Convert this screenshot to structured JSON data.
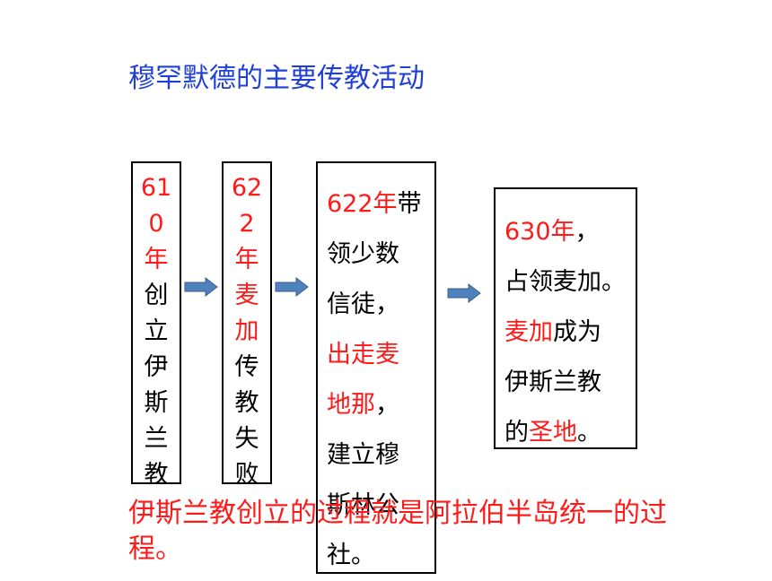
{
  "title": "穆罕默德的主要传教活动",
  "box1": {
    "red_lines": [
      "61",
      "0",
      "年"
    ],
    "black_lines": [
      "创",
      "立",
      "伊",
      "斯",
      "兰",
      "教"
    ]
  },
  "box2": {
    "red_lines": [
      "62",
      "2",
      "年",
      "麦",
      "加"
    ],
    "black_lines": [
      "传",
      "教",
      "失",
      "败"
    ]
  },
  "box3": {
    "l1_red": "622年",
    "l1_black": "带",
    "l2": "领少数",
    "l3": "信徒，",
    "l4_red": "出走麦",
    "l5_red": "地那",
    "l5_black": "，",
    "l6": "建立穆",
    "l7": "斯林公",
    "l8": "社。"
  },
  "box4": {
    "l1_red": "630年",
    "l1_black": "，",
    "l2": "占领麦加。",
    "l3_red": "麦加",
    "l3_black": "成为",
    "l4": "伊斯兰教",
    "l5_black": "的",
    "l5_red": "圣地",
    "l5_end": "。"
  },
  "summary": "伊斯兰教创立的过程就是阿拉伯半岛统一的过程。",
  "colors": {
    "title": "#1f3fd6",
    "highlight": "#ff1a1a",
    "arrow": "#4f81bd"
  }
}
